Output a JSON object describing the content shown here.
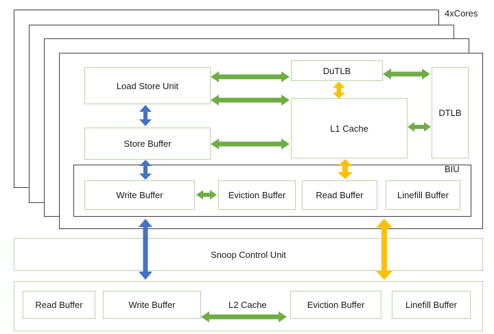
{
  "labels": {
    "cores": "4xCores",
    "load_store_unit": "Load Store Unit",
    "dutlb": "DuTLB",
    "dtlb": "DTLB",
    "l1_cache": "L1 Cache",
    "store_buffer": "Store Buffer",
    "biu": "BIU",
    "core_write_buffer": "Write Buffer",
    "core_eviction_buffer": "Eviction Buffer",
    "core_read_buffer": "Read Buffer",
    "core_linefill_buffer": "Linefill Buffer",
    "snoop_control_unit": "Snoop Control Unit",
    "l2_read_buffer": "Read Buffer",
    "l2_write_buffer": "Write Buffer",
    "l2_cache": "L2 Cache",
    "l2_eviction_buffer": "Eviction Buffer",
    "l2_linefill_buffer": "Linefill Buffer"
  },
  "colors": {
    "green_arrow": "#70ad47",
    "blue_arrow": "#4472c4",
    "orange_arrow": "#ffc000",
    "box_border": "#b5d6a2",
    "core_border": "#3a3a3a"
  }
}
